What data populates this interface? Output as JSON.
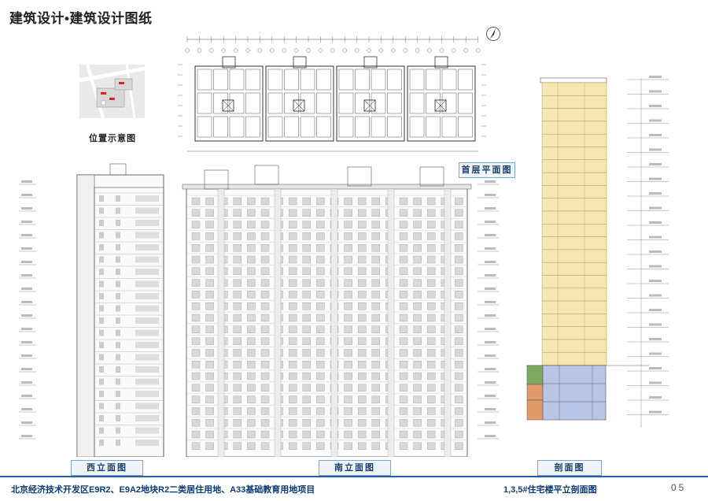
{
  "page": {
    "title": "建筑设计•建筑设计图纸",
    "footer_left": "北京经济技术开发区E9R2、E9A2地块R2二类居住用地、A33基础教育用地项目",
    "footer_right": "1,3,5#住宅楼平立剖面图",
    "page_number": "05"
  },
  "captions": {
    "location": "位置示意图",
    "first_floor_plan": "首层平面图",
    "west_elevation": "西立面图",
    "south_elevation": "南立面图",
    "section": "剖面图"
  },
  "colors": {
    "footer_accent": "#1f5fa8",
    "section_residential": "#f6e6b0",
    "section_basement": "#b9c5e6",
    "section_green": "#7fa860",
    "section_orange": "#e39a6a"
  },
  "icons": {
    "north_arrow": "north-arrow-icon"
  }
}
